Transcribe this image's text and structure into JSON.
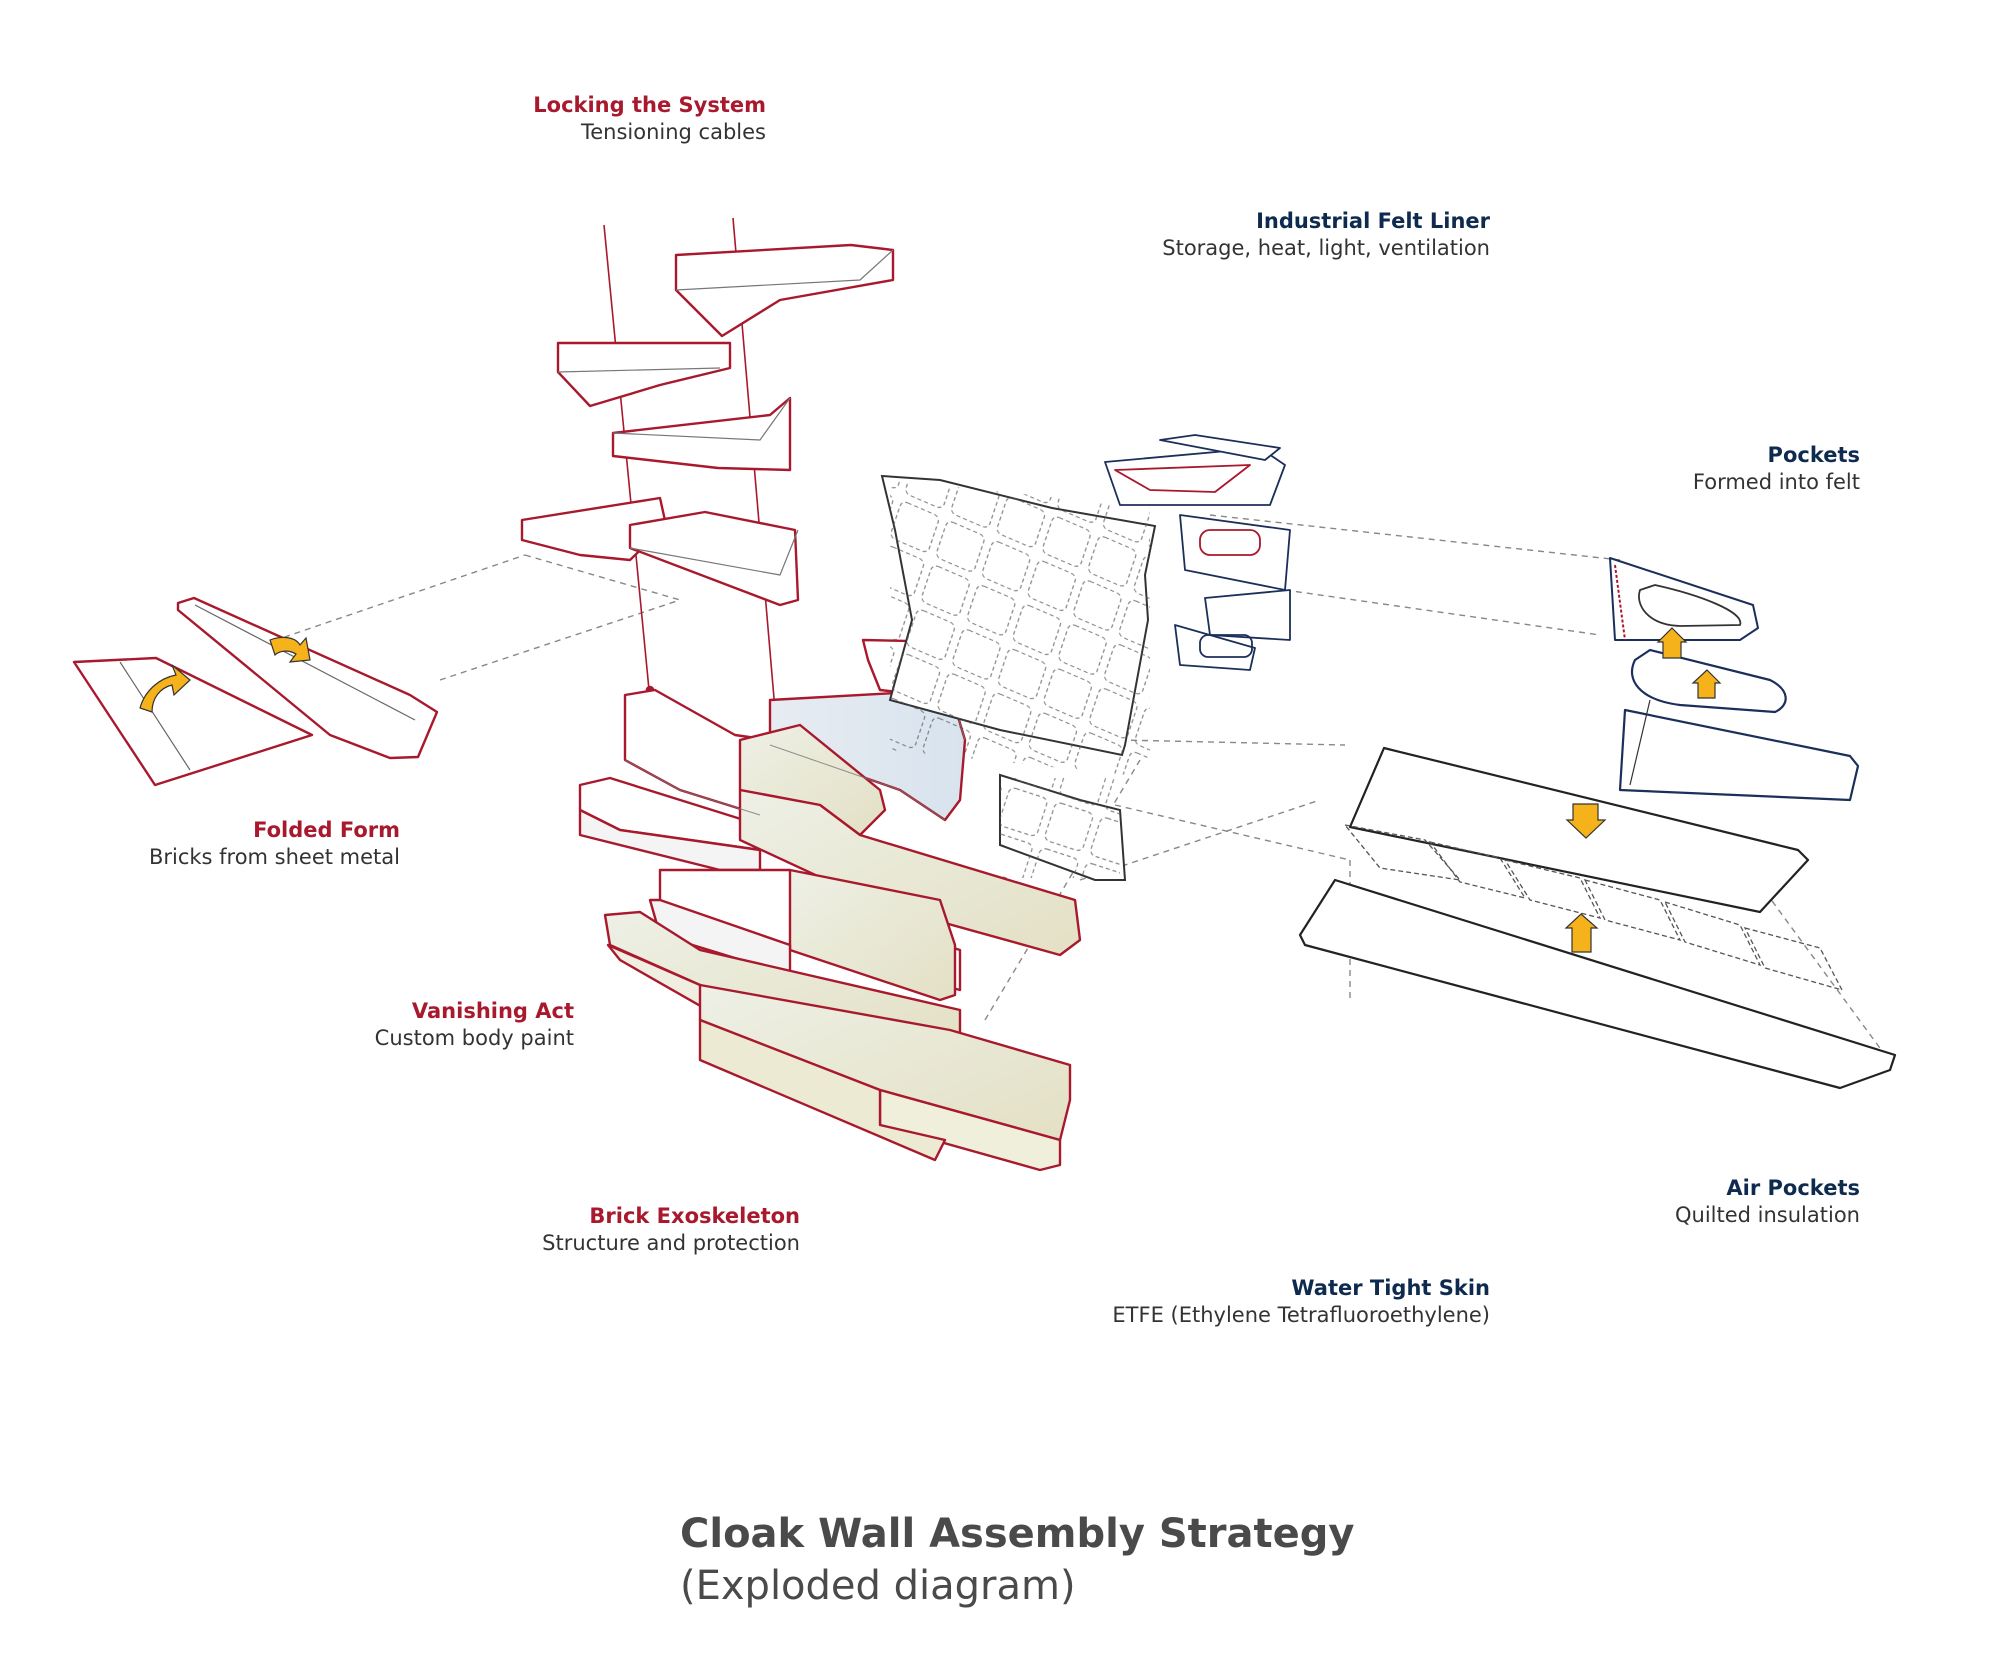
{
  "title": {
    "main": "Cloak Wall Assembly Strategy",
    "sub": "(Exploded diagram)"
  },
  "colors": {
    "red": "#a8192d",
    "navy": "#0e2b4f",
    "text": "#333333",
    "arrow": "#f5b21b"
  },
  "labels": {
    "locking": {
      "heading": "Locking the System",
      "sub": "Tensioning cables"
    },
    "felt": {
      "heading": "Industrial Felt Liner",
      "sub": "Storage, heat, light, ventilation"
    },
    "pockets": {
      "heading": "Pockets",
      "sub": "Formed into felt"
    },
    "folded": {
      "heading": "Folded Form",
      "sub": "Bricks from sheet metal"
    },
    "vanishing": {
      "heading": "Vanishing Act",
      "sub": "Custom body paint"
    },
    "exoskeleton": {
      "heading": "Brick Exoskeleton",
      "sub": "Structure and protection"
    },
    "air": {
      "heading": "Air Pockets",
      "sub": "Quilted insulation"
    },
    "skin": {
      "heading": "Water Tight Skin",
      "sub": "ETFE (Ethylene Tetrafluoroethylene)"
    }
  }
}
